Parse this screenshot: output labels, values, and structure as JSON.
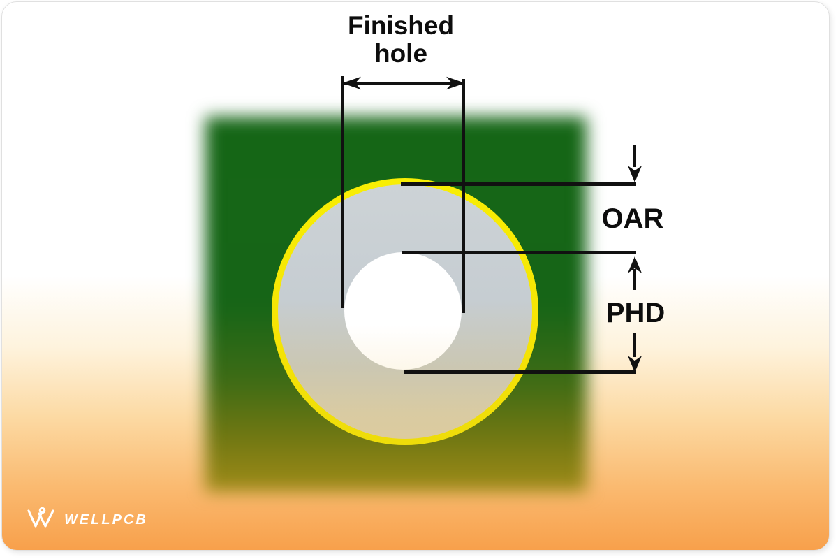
{
  "figure": {
    "title_label": {
      "line1": "Finished",
      "line2": "hole"
    },
    "dimension_labels": {
      "oar": "OAR",
      "phd": "PHD"
    },
    "colors": {
      "pcb_green": "#156616",
      "pcb_olive_bottom": "#a08b18",
      "pad_ring_yellow": "#f5e405",
      "pad_gray": "#c9d0d5",
      "hole_white": "#ffffff",
      "annotation_black": "#111111",
      "background_top": "#ffffff",
      "background_bottom_orange": "#f8a04b"
    }
  },
  "branding": {
    "logo_text": "WELLPCB"
  }
}
